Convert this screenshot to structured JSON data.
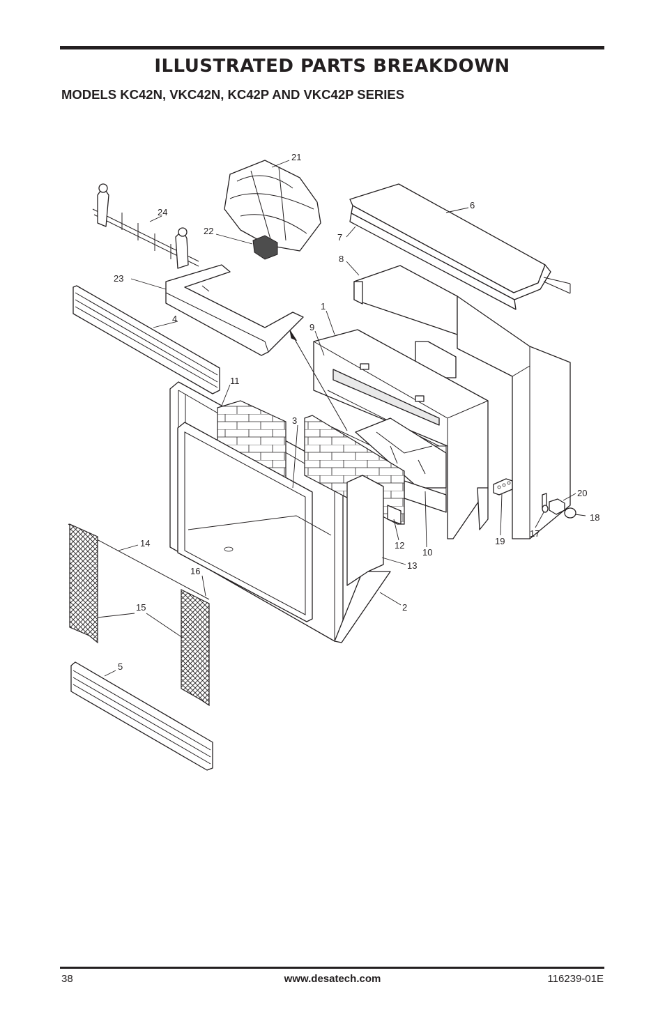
{
  "header": {
    "title": "ILLUSTRATED PARTS BREAKDOWN",
    "subtitle": "MODELS KC42N, VKC42N, KC42P AND VKC42P SERIES"
  },
  "footer": {
    "page_number": "38",
    "website": "www.desatech.com",
    "document_number": "116239-01E"
  },
  "diagram": {
    "callouts": [
      "1",
      "2",
      "3",
      "4",
      "5",
      "6",
      "7",
      "8",
      "9",
      "10",
      "11",
      "12",
      "13",
      "14",
      "15",
      "16",
      "17",
      "18",
      "19",
      "20",
      "21",
      "22",
      "23",
      "24"
    ]
  }
}
